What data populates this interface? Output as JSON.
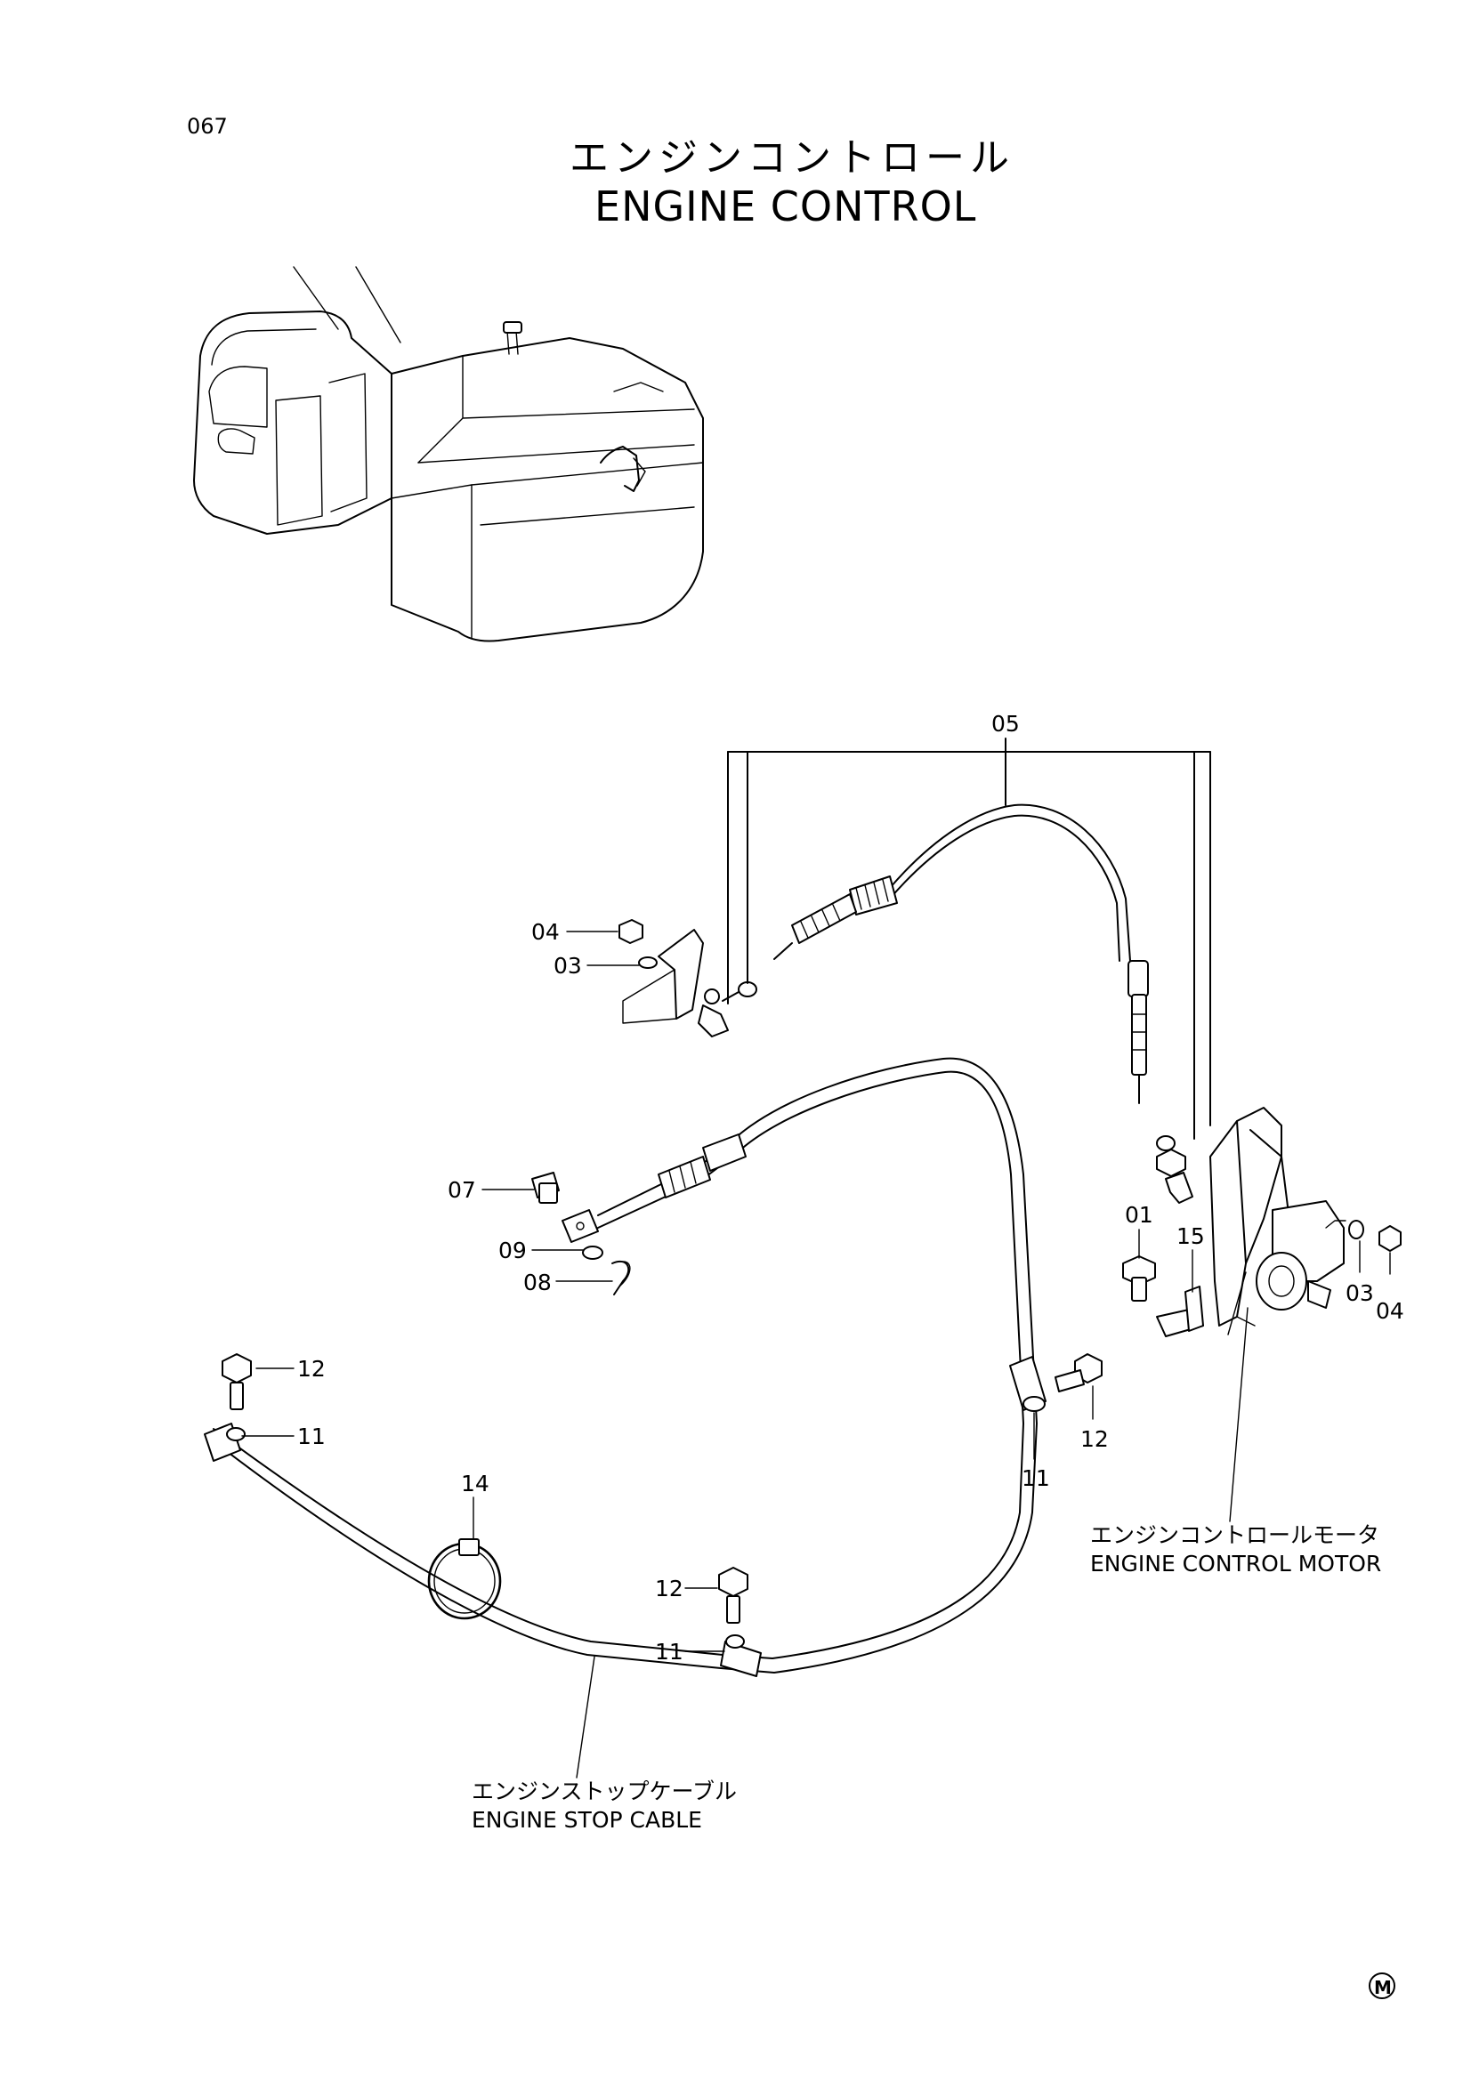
{
  "page_number": "067",
  "title_jp": "エンジンコントロール",
  "title_en": "ENGINE CONTROL",
  "callouts": {
    "c05": "05",
    "c04_top": "04",
    "c03_top": "03",
    "c07": "07",
    "c09": "09",
    "c08": "08",
    "c01": "01",
    "c15": "15",
    "c03_right": "03",
    "c04_right": "04",
    "c12_left": "12",
    "c11_left": "11",
    "c12_right": "12",
    "c11_right": "11",
    "c14": "14",
    "c12_bottom": "12",
    "c11_bottom": "11"
  },
  "labels": {
    "motor_jp": "エンジンコントロールモータ",
    "motor_en": "ENGINE CONTROL MOTOR",
    "cable_jp": "エンジンストップケーブル",
    "cable_en": "ENGINE STOP CABLE"
  },
  "manufacturer_mark": "M"
}
